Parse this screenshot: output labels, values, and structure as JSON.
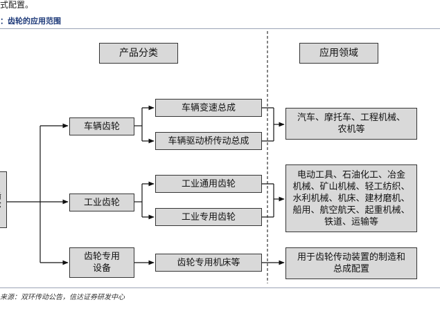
{
  "top_fragment": "式配置。",
  "figure_title": "：齿轮的应用范围",
  "headers": {
    "product": "产品分类",
    "application": "应用领域"
  },
  "root_box": "齿轮",
  "categories": [
    {
      "label": "车辆齿轮"
    },
    {
      "label": "工业齿轮"
    },
    {
      "label": "齿轮专用\n设备"
    }
  ],
  "products": [
    {
      "label": "车辆变速总成"
    },
    {
      "label": "车辆驱动桥传动总成"
    },
    {
      "label": "工业通用齿轮"
    },
    {
      "label": "工业专用齿轮"
    },
    {
      "label": "齿轮专用机床等"
    }
  ],
  "applications": [
    {
      "label": "汽车、摩托车、工程机械、\n农机等"
    },
    {
      "label": "电动工具、石油化工、冶金\n机械、矿山机械、轻工纺织、\n水利机械、机床、建材磨机、\n船用、航空航天、起重机械、\n铁道、运输等"
    },
    {
      "label": "用于齿轮传动装置的制造和\n总成配置"
    }
  ],
  "source": "来源：双环传动公告，信达证券研发中心"
}
